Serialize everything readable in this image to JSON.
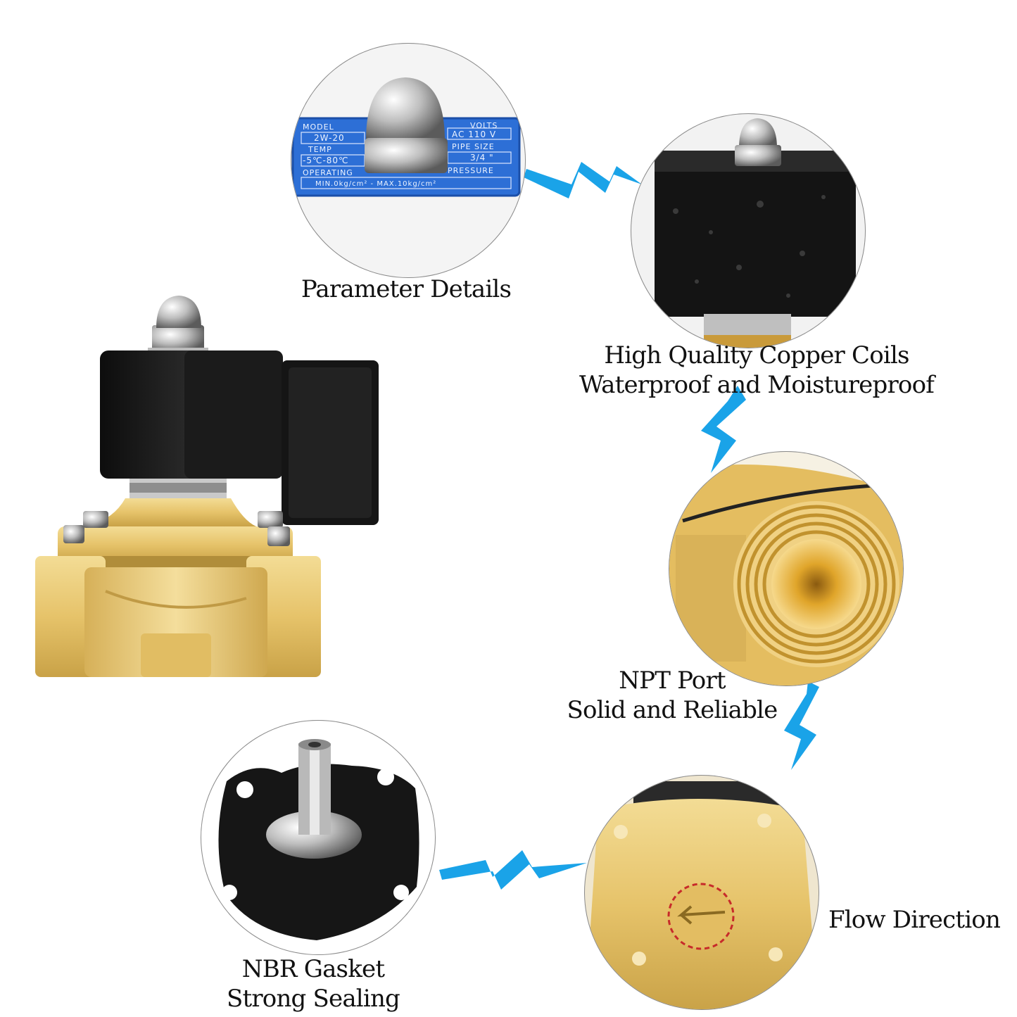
{
  "nameplate": {
    "model_label": "MODEL",
    "model_value": "2W-20",
    "volts_label": "VOLTS",
    "volts_value": "AC 110 V",
    "temp_label": "TEMP",
    "temp_value": "-5℃-80℃",
    "pipe_label": "PIPE SIZE",
    "pipe_value": "3/4 \"",
    "operating_label": "OPERATING",
    "pressure_label": "PRESSURE",
    "range_value": "MIN.0kg/cm² - MAX.10kg/cm²"
  },
  "labels": {
    "parameter": "Parameter Details",
    "coil_line1": "High Quality Copper Coils",
    "coil_line2": "Waterproof and Moistureproof",
    "npt_line1": "NPT Port",
    "npt_line2": "Solid and Reliable",
    "flow": "Flow Direction",
    "nbr_line1": "NBR Gasket",
    "nbr_line2": "Strong Sealing"
  },
  "colors": {
    "lightning": "#1aa3e8",
    "brass": "#e6c36a",
    "coil_black": "#151515",
    "nameplate_blue": "#2d6fd6"
  }
}
